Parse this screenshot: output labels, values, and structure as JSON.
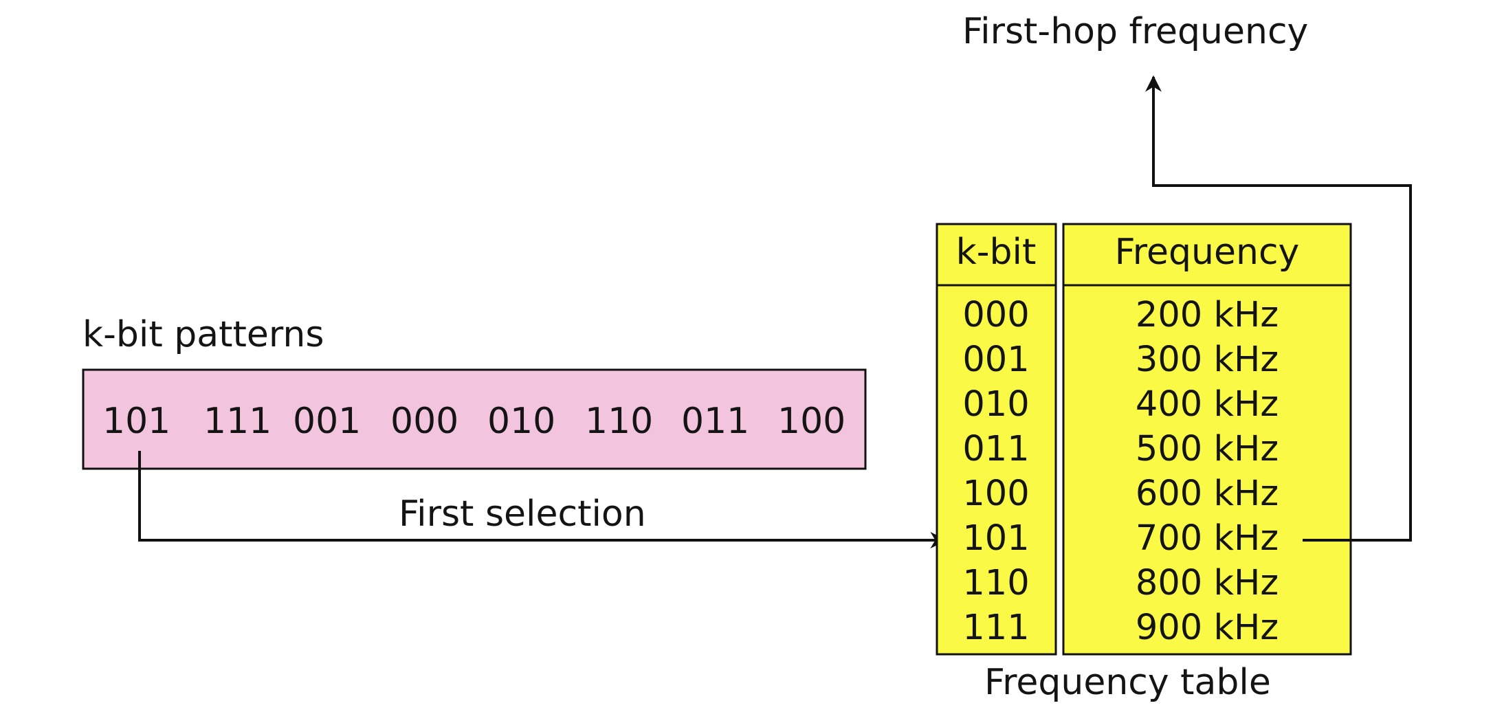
{
  "title": "First-hop frequency",
  "patterns": {
    "label": "k-bit patterns",
    "values": [
      "101",
      "111",
      "001",
      "000",
      "010",
      "110",
      "011",
      "100"
    ],
    "fill": "#f2c4de"
  },
  "selection": {
    "label": "First selection"
  },
  "table": {
    "caption": "Frequency table",
    "header_kbit": "k-bit",
    "header_frequency": "Frequency",
    "fill": "#fafa46",
    "rows": [
      {
        "kbit": "000",
        "freq": "200 kHz"
      },
      {
        "kbit": "001",
        "freq": "300 kHz"
      },
      {
        "kbit": "010",
        "freq": "400 kHz"
      },
      {
        "kbit": "011",
        "freq": "500 kHz"
      },
      {
        "kbit": "100",
        "freq": "600 kHz"
      },
      {
        "kbit": "101",
        "freq": "700 kHz"
      },
      {
        "kbit": "110",
        "freq": "800 kHz"
      },
      {
        "kbit": "111",
        "freq": "900 kHz"
      }
    ]
  }
}
